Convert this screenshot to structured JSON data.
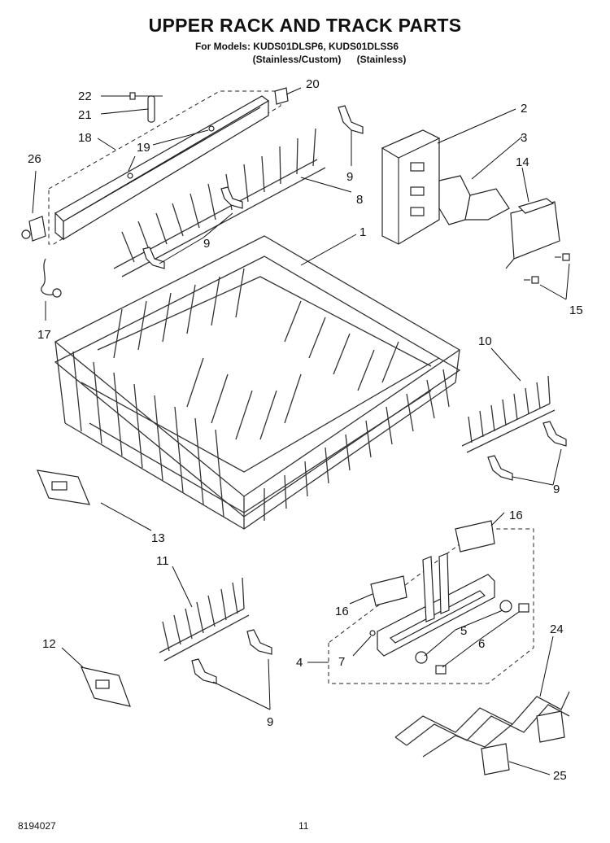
{
  "header": {
    "title": "UPPER RACK AND TRACK PARTS",
    "models_line": "For Models: KUDS01DLSP6, KUDS01DLSS6",
    "variant_1": "(Stainless/Custom)",
    "variant_2": "(Stainless)"
  },
  "callouts": {
    "c22": "22",
    "c21": "21",
    "c18": "18",
    "c19": "19",
    "c20": "20",
    "c26": "26",
    "c17": "17",
    "c2": "2",
    "c3": "3",
    "c14": "14",
    "c15": "15",
    "c9a": "9",
    "c9b": "9",
    "c8": "8",
    "c1": "1",
    "c10": "10",
    "c9c": "9",
    "c13": "13",
    "c16a": "16",
    "c11": "11",
    "c16b": "16",
    "c12": "12",
    "c4": "4",
    "c7": "7",
    "c5": "5",
    "c6": "6",
    "c24": "24",
    "c9d": "9",
    "c25": "25"
  },
  "footer": {
    "doc_number": "8194027",
    "page_number": "11"
  }
}
